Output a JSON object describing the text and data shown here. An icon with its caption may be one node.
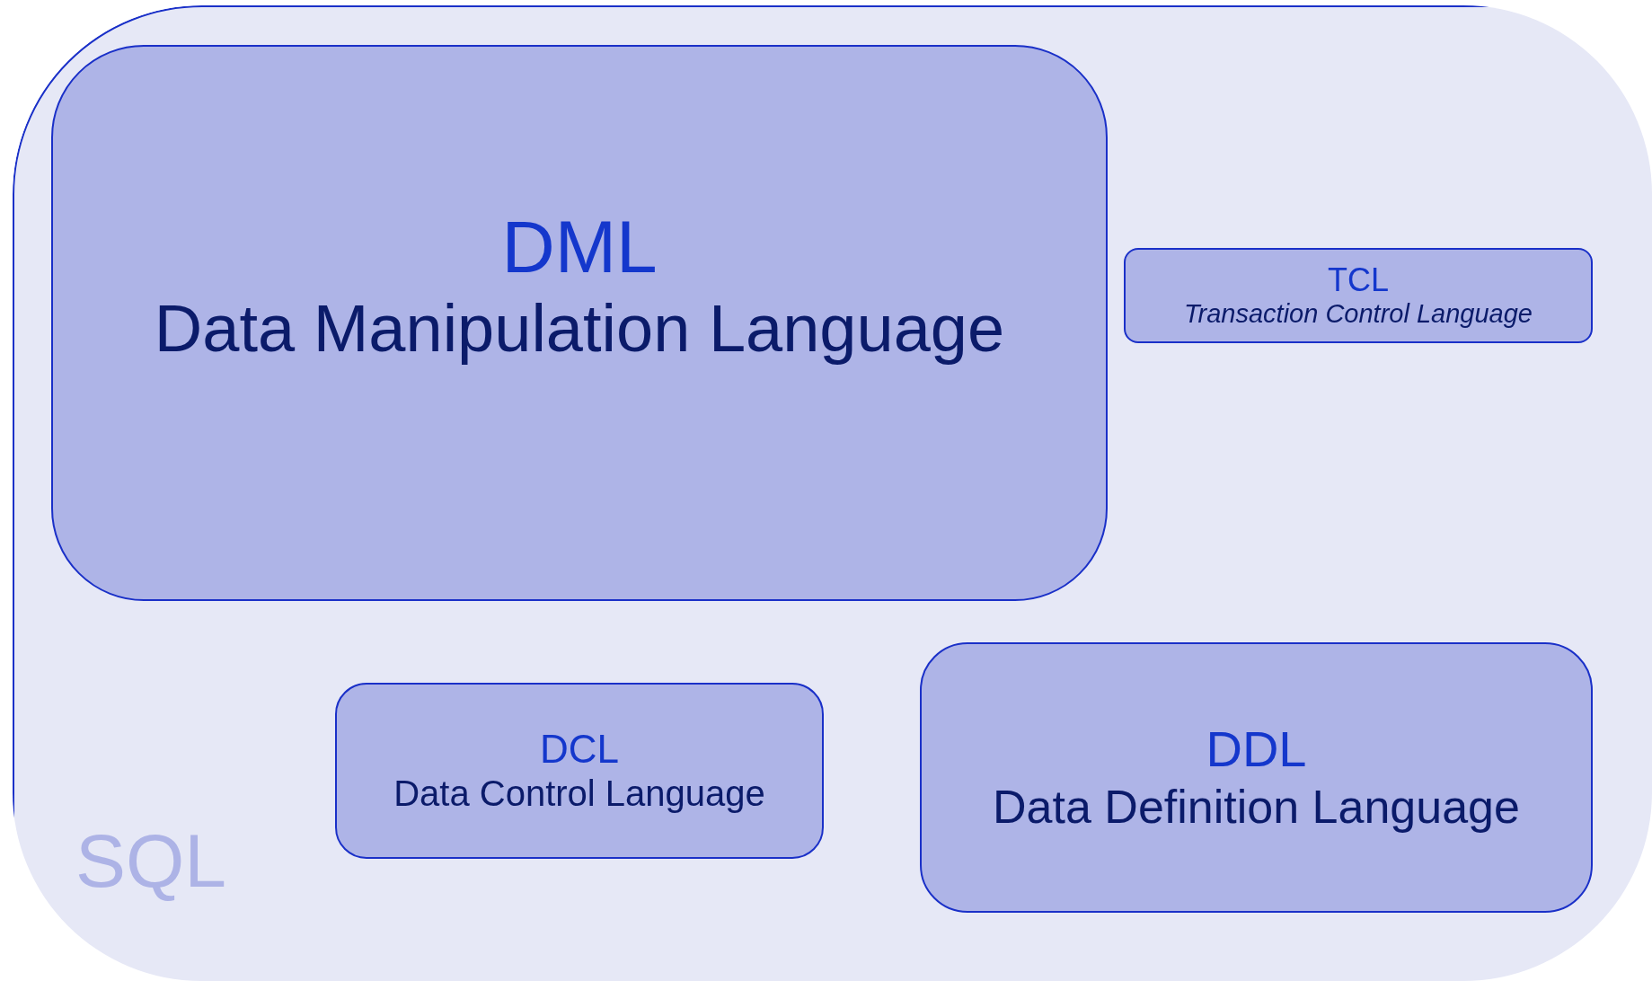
{
  "diagram": {
    "nodes": [
      {
        "text": [
          "SQL"
        ]
      },
      {
        "text": [
          "DML",
          "Data Manipulation Language"
        ],
        "in": 0
      },
      {
        "text": [
          "TCL",
          "Transaction Control Language"
        ],
        "in": 0
      },
      {
        "text": [
          "DCL",
          "Data Control Language"
        ],
        "in": 0
      },
      {
        "text": [
          "DDL",
          "Data Definition Language"
        ],
        "in": 0
      }
    ]
  }
}
